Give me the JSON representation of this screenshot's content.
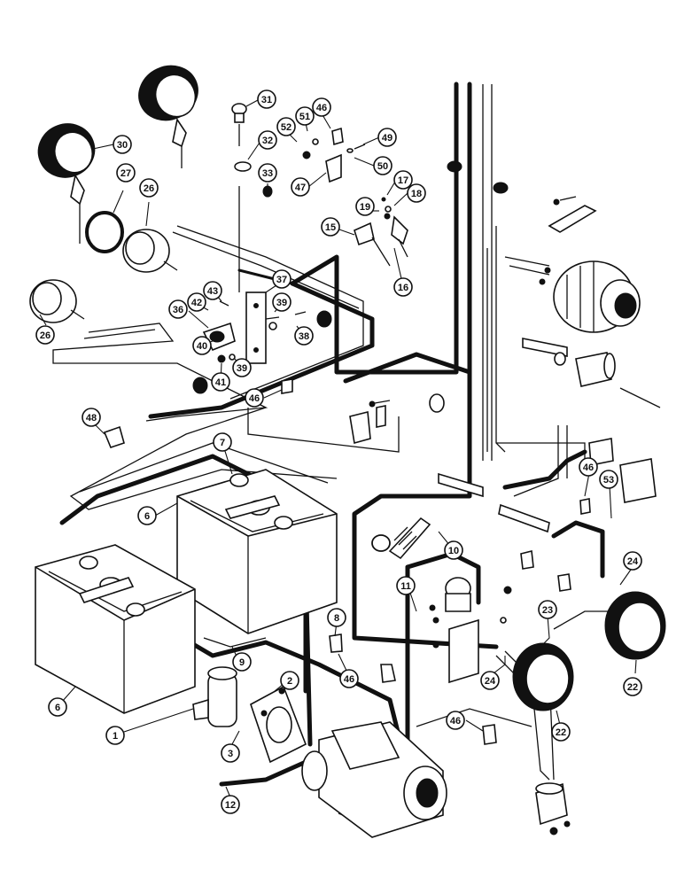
{
  "diagram": {
    "callouts": [
      {
        "id": "c31",
        "label": "31"
      },
      {
        "id": "c30",
        "label": "30"
      },
      {
        "id": "c46a",
        "label": "46"
      },
      {
        "id": "c51",
        "label": "51"
      },
      {
        "id": "c52",
        "label": "52"
      },
      {
        "id": "c49",
        "label": "49"
      },
      {
        "id": "c32",
        "label": "32"
      },
      {
        "id": "c50",
        "label": "50"
      },
      {
        "id": "c27",
        "label": "27"
      },
      {
        "id": "c33",
        "label": "33"
      },
      {
        "id": "c17",
        "label": "17"
      },
      {
        "id": "c47",
        "label": "47"
      },
      {
        "id": "c18",
        "label": "18"
      },
      {
        "id": "c26a",
        "label": "26"
      },
      {
        "id": "c19",
        "label": "19"
      },
      {
        "id": "c15",
        "label": "15"
      },
      {
        "id": "c16",
        "label": "16"
      },
      {
        "id": "c37",
        "label": "37"
      },
      {
        "id": "c43",
        "label": "43"
      },
      {
        "id": "c42",
        "label": "42"
      },
      {
        "id": "c39a",
        "label": "39"
      },
      {
        "id": "c36",
        "label": "36"
      },
      {
        "id": "c26b",
        "label": "26"
      },
      {
        "id": "c38",
        "label": "38"
      },
      {
        "id": "c40",
        "label": "40"
      },
      {
        "id": "c39b",
        "label": "39"
      },
      {
        "id": "c41",
        "label": "41"
      },
      {
        "id": "c46b",
        "label": "46"
      },
      {
        "id": "c48",
        "label": "48"
      },
      {
        "id": "c7",
        "label": "7"
      },
      {
        "id": "c46c",
        "label": "46"
      },
      {
        "id": "c53",
        "label": "53"
      },
      {
        "id": "c6a",
        "label": "6"
      },
      {
        "id": "c10",
        "label": "10"
      },
      {
        "id": "c24a",
        "label": "24"
      },
      {
        "id": "c11",
        "label": "11"
      },
      {
        "id": "c23",
        "label": "23"
      },
      {
        "id": "c8",
        "label": "8"
      },
      {
        "id": "c9",
        "label": "9"
      },
      {
        "id": "c46d",
        "label": "46"
      },
      {
        "id": "c24b",
        "label": "24"
      },
      {
        "id": "c22a",
        "label": "22"
      },
      {
        "id": "c2",
        "label": "2"
      },
      {
        "id": "c6b",
        "label": "6"
      },
      {
        "id": "c46e",
        "label": "46"
      },
      {
        "id": "c1",
        "label": "1"
      },
      {
        "id": "c22b",
        "label": "22"
      },
      {
        "id": "c3",
        "label": "3"
      },
      {
        "id": "c12",
        "label": "12"
      }
    ]
  }
}
